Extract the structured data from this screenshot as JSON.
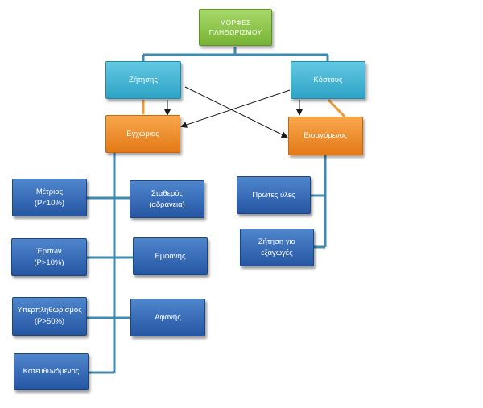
{
  "title": "ΜΟΡΦΕΣ\nΠΛΗΘΩΡΙΣΜΟΥ",
  "level1": {
    "demand": "Ζήτησης",
    "cost": "Κόστους"
  },
  "level2": {
    "domestic": "Εγχώριος",
    "imported": "Εισαγόμενος"
  },
  "domestic_types": {
    "moderate": "Μέτριος\n(P<10%)",
    "creeping": "Έρπων\n(P>10%)",
    "hyperinflation": "Υπερπληθωρισμός\n(P>50%)",
    "directed": "Κατευθυνόμενος",
    "stable": "Σταθερός\n(αδράνεια)",
    "visible": "Εμφανής",
    "hidden": "Αφανής"
  },
  "imported_types": {
    "raw_materials": "Πρώτες ύλες",
    "export_demand": "Ζήτηση για\nεξαγωγές"
  },
  "colors": {
    "title": "#8cc751",
    "level1": "#45b8d8",
    "level2": "#f28f2c",
    "leaf": "#3569b8",
    "connector": "#3f8ab0",
    "arrow": "#1a1a1a"
  }
}
